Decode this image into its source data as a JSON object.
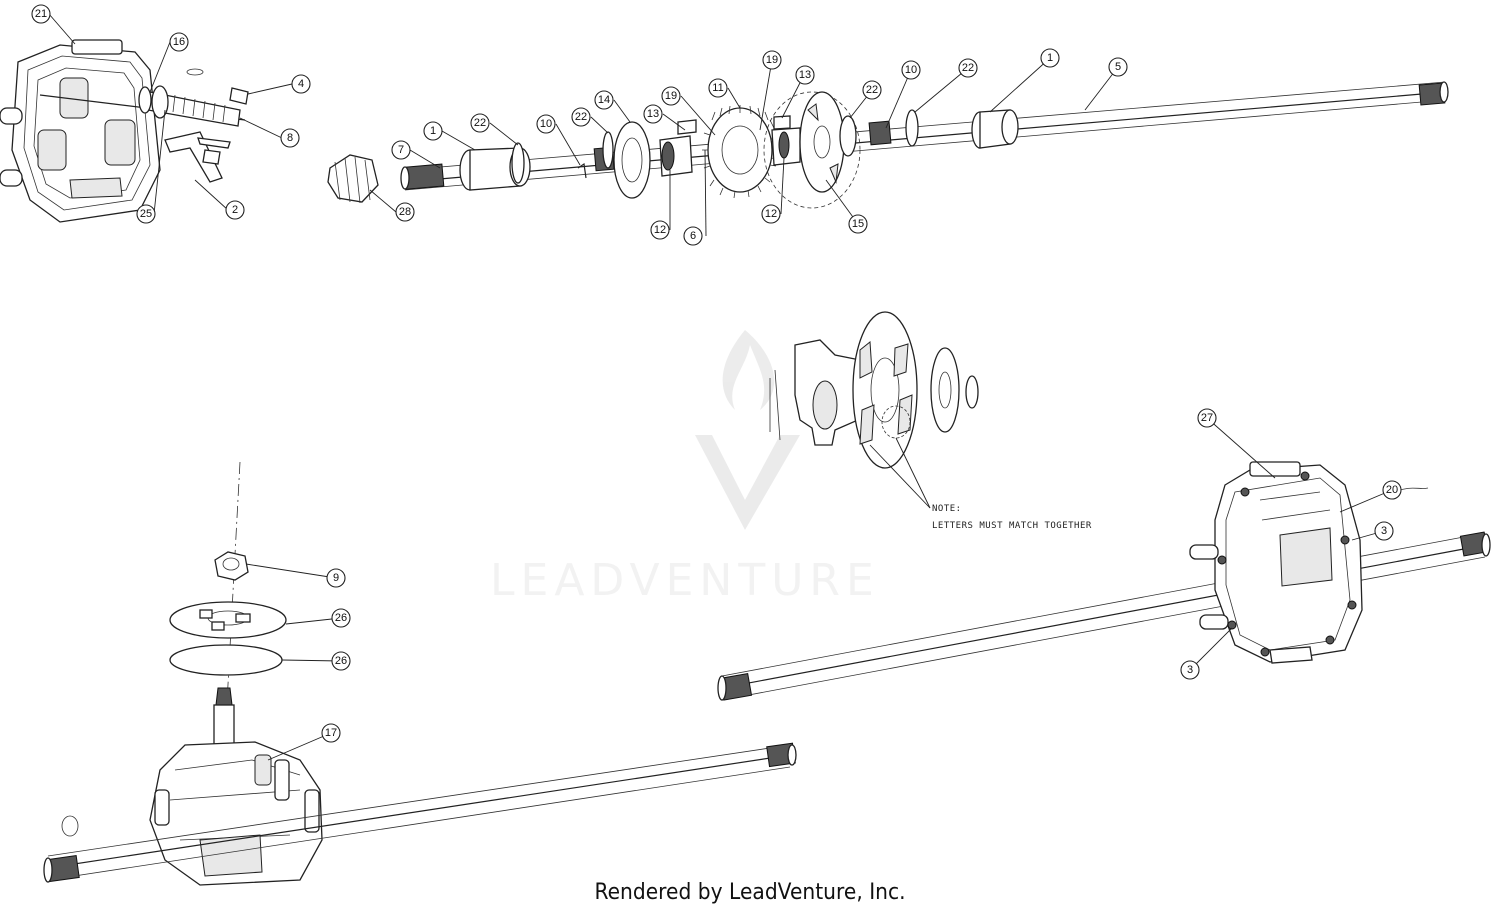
{
  "watermark": {
    "text": "LEADVENTURE"
  },
  "credit": "Rendered by LeadVenture, Inc.",
  "note": {
    "line1": "NOTE:",
    "line2": "LETTERS MUST MATCH TOGETHER"
  },
  "callouts": [
    "21",
    "16",
    "4",
    "8",
    "2",
    "25",
    "7",
    "28",
    "1",
    "22",
    "10",
    "22",
    "14",
    "13",
    "12",
    "19",
    "6",
    "11",
    "19",
    "13",
    "12",
    "15",
    "22",
    "10",
    "22",
    "1",
    "5",
    "9",
    "26",
    "26",
    "17",
    "27",
    "20",
    "3",
    "3"
  ]
}
